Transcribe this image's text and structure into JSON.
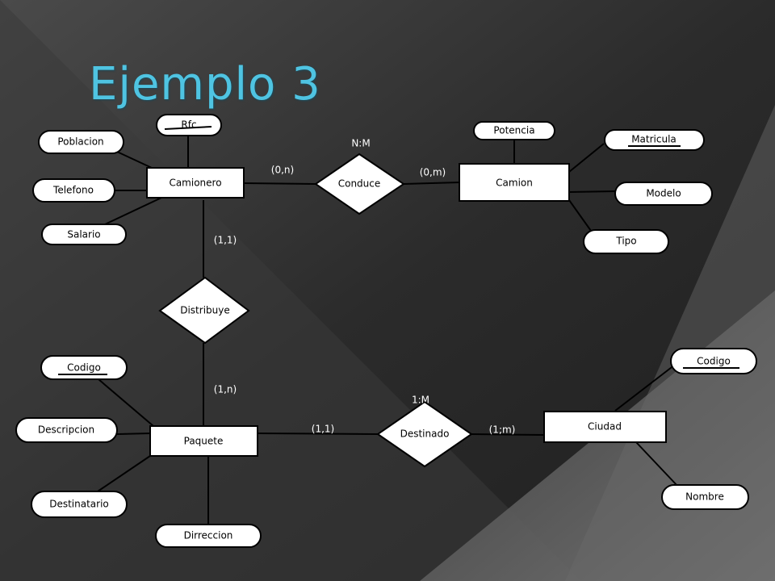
{
  "slide": {
    "title": "Ejemplo 3"
  },
  "entities": {
    "camionero": "Camionero",
    "camion": "Camion",
    "paquete": "Paquete",
    "ciudad": "Ciudad"
  },
  "relationships": {
    "conduce": "Conduce",
    "distribuye": "Distribuye",
    "destinado": "Destinado"
  },
  "attributes": {
    "rfc": "Rfc",
    "poblacion": "Poblacion",
    "telefono": "Telefono",
    "salario": "Salario",
    "potencia": "Potencia",
    "matricula": "Matricula",
    "modelo": "Modelo",
    "tipo": "Tipo",
    "codigo_paquete": "Codigo",
    "descripcion": "Descripcion",
    "destinatario": "Destinatario",
    "dirreccion": "Dirreccion",
    "codigo_ciudad": "Codigo",
    "nombre": "Nombre"
  },
  "cardinalities": {
    "conduce_type": "N:M",
    "camionero_conduce": "(0,n)",
    "camion_conduce": "(0,m)",
    "camionero_distribuye": "(1,1)",
    "paquete_distribuye": "(1,n)",
    "destinado_type": "1:M",
    "paquete_destinado": "(1,1)",
    "ciudad_destinado": "(1;m)"
  }
}
